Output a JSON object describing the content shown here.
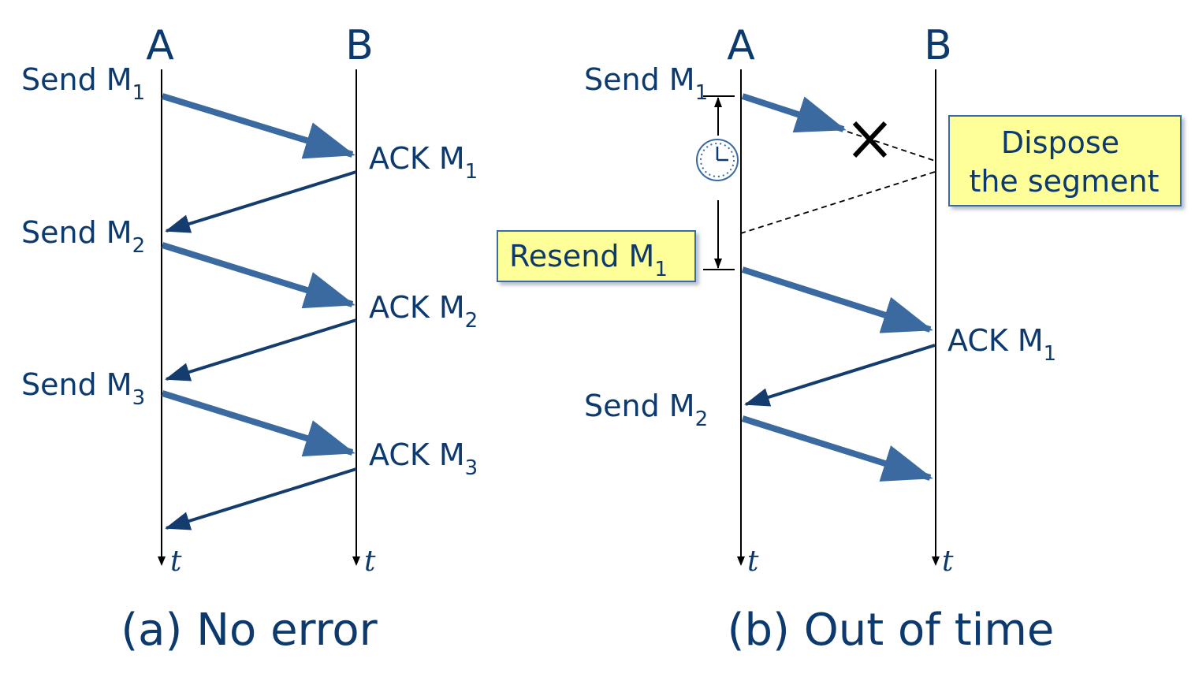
{
  "left": {
    "host_a": "A",
    "host_b": "B",
    "time_a": "t",
    "time_b": "t",
    "caption": "(a) No error",
    "send1": {
      "text": "Send M",
      "sub": "1"
    },
    "ack1": {
      "text": "ACK M",
      "sub": "1"
    },
    "send2": {
      "text": "Send M",
      "sub": "2"
    },
    "ack2": {
      "text": "ACK M",
      "sub": "2"
    },
    "send3": {
      "text": "Send M",
      "sub": "3"
    },
    "ack3": {
      "text": "ACK M",
      "sub": "3"
    }
  },
  "right": {
    "host_a": "A",
    "host_b": "B",
    "time_a": "t",
    "time_b": "t",
    "caption": "(b) Out of time",
    "send1": {
      "text": "Send M",
      "sub": "1"
    },
    "dispose_line1": "Dispose",
    "dispose_line2": "the segment",
    "resend1": {
      "text": "Resend M",
      "sub": "1"
    },
    "ack1": {
      "text": "ACK M",
      "sub": "1"
    },
    "send2": {
      "text": "Send M",
      "sub": "2"
    },
    "icons": {
      "timer": "clock-icon",
      "lost": "x-mark-icon"
    }
  },
  "colors": {
    "text": "#0d3a6e",
    "data_arrow": "#3a6aa0",
    "ack_arrow": "#143c6e",
    "note_fill": "#ffff99"
  }
}
